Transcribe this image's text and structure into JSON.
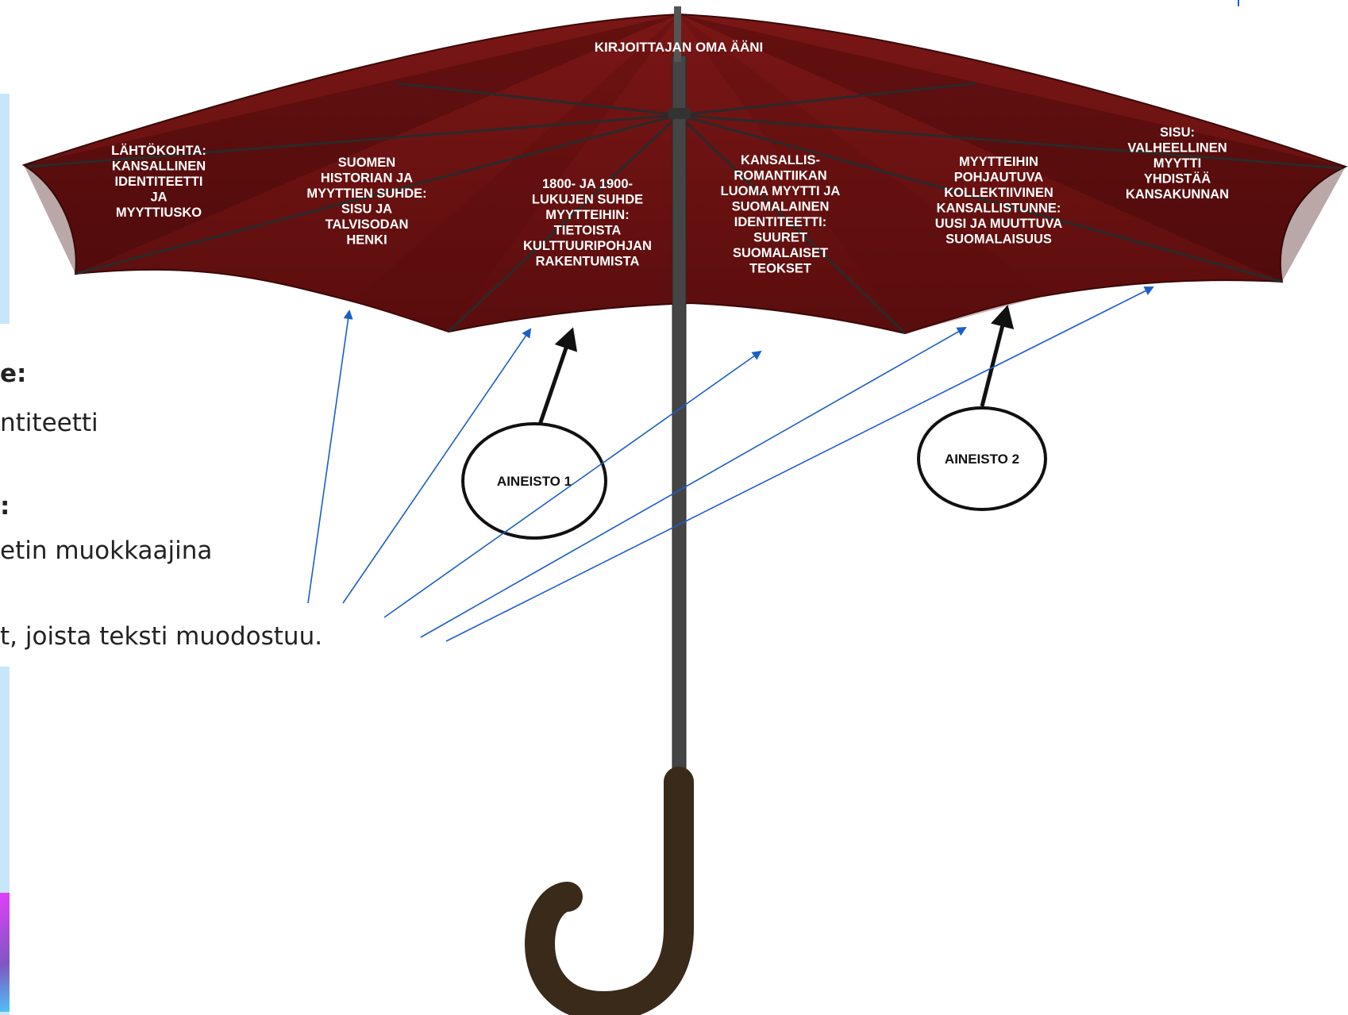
{
  "umbrella": {
    "top_label": "KIRJOITTAJAN OMA ÄÄNI",
    "panels": [
      {
        "lines": [
          "LÄHTÖKOHTA:",
          "KANSALLINEN",
          "IDENTITEETTI",
          "JA",
          "MYYTTIUSKO"
        ]
      },
      {
        "lines": [
          "SUOMEN",
          "HISTORIAN JA",
          "MYYTTIEN SUHDE:",
          "SISU JA",
          "TALVISODAN",
          "HENKI"
        ]
      },
      {
        "lines": [
          "1800- JA 1900-",
          "LUKUJEN SUHDE",
          "MYYTTEIHIN:",
          "TIETOISTA",
          "KULTTUURIPOHJAN",
          "RAKENTUMISTA"
        ]
      },
      {
        "lines": [
          "KANSALLIS-",
          "ROMANTIIKAN",
          "LUOMA MYYTTI JA",
          "SUOMALAINEN",
          "IDENTITEETTI:",
          "SUURET",
          "SUOMALAISET",
          "TEOKSET"
        ]
      },
      {
        "lines": [
          "MYYTTEIHIN",
          "POHJAUTUVA",
          "KOLLEKTIIVINEN",
          "KANSALLISTUNNE:",
          "UUSI JA MUUTTUVA",
          "SUOMALAISUUS"
        ]
      },
      {
        "lines": [
          "SISU:",
          "VALHEELLINEN",
          "MYYTTI",
          "YHDISTÄÄ",
          "KANSAKUNNAN"
        ]
      }
    ]
  },
  "sources": [
    {
      "label": "AINEISTO 1"
    },
    {
      "label": "AINEISTO 2"
    }
  ],
  "background_text": {
    "line1": "e:",
    "line2": "ntiteetti",
    "line3": ":",
    "line4": "etin muokkaajina",
    "line5": "t, joista teksti muodostuu."
  },
  "colors": {
    "canopy": "#6b1212",
    "canopy_dark": "#4a0a0a",
    "shaft": "#444444",
    "handle": "#3a2a1a",
    "arrow_blue": "#1a5fc8",
    "panel_blue": "#c6e6fb"
  }
}
